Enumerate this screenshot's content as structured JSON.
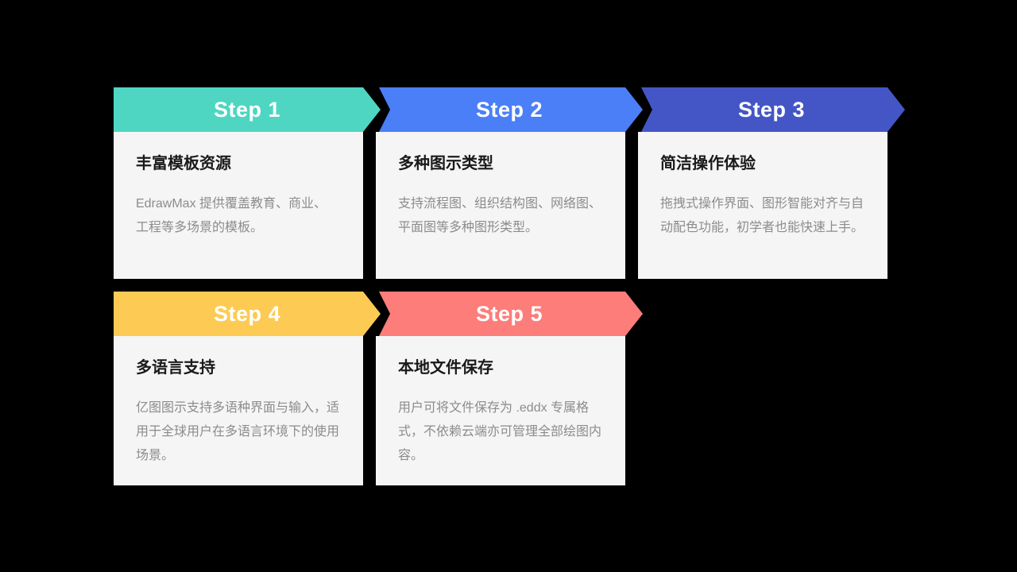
{
  "palette": {
    "background": "#000000",
    "card_bg": "#F5F5F6",
    "title_color": "#1A1A1A",
    "desc_color": "#8C8C8C",
    "step_text_color": "#FFFFFF"
  },
  "cards": [
    {
      "step_label": "Step 1",
      "accent_color": "#4ED6C2",
      "title": "丰富模板资源",
      "description": "EdrawMax 提供覆盖教育、商业、\n工程等多场景的模板。"
    },
    {
      "step_label": "Step 2",
      "accent_color": "#4A7FF7",
      "title": "多种图示类型",
      "description": "支持流程图、组织结构图、网络图、\n平面图等多种图形类型。"
    },
    {
      "step_label": "Step 3",
      "accent_color": "#4456C6",
      "title": "简洁操作体验",
      "description": "拖拽式操作界面、图形智能对齐与自\n动配色功能，初学者也能快速上手。"
    },
    {
      "step_label": "Step 4",
      "accent_color": "#FDCB54",
      "title": "多语言支持",
      "description": "亿图图示支持多语种界面与输入，适\n用于全球用户在多语言环境下的使用\n场景。"
    },
    {
      "step_label": "Step 5",
      "accent_color": "#FD7D7A",
      "title": "本地文件保存",
      "description": "用户可将文件保存为 .eddx 专属格\n式，不依赖云端亦可管理全部绘图内\n容。"
    }
  ]
}
